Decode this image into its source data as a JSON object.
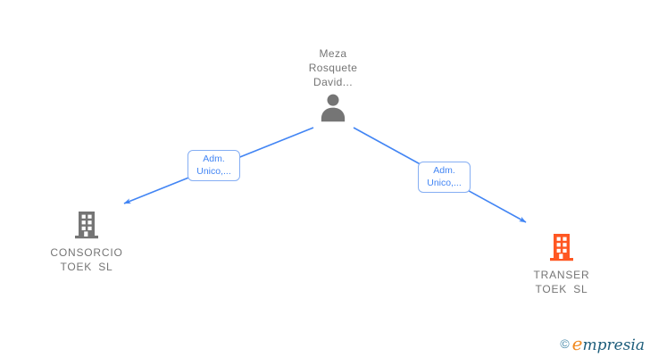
{
  "person": {
    "name_line1": "Meza",
    "name_line2": "Rosquete",
    "name_line3": "David..."
  },
  "edges": {
    "left": {
      "label_line1": "Adm.",
      "label_line2": "Unico,..."
    },
    "right": {
      "label_line1": "Adm.",
      "label_line2": "Unico,..."
    }
  },
  "companies": {
    "left": {
      "name_line1": "CONSORCIO",
      "name_line2": "TOEK SL"
    },
    "right": {
      "name_line1": "TRANSER",
      "name_line2": "TOEK SL"
    }
  },
  "footer": {
    "copyright_symbol": "©",
    "brand_e": "e",
    "brand_rest": "mpresia"
  },
  "colors": {
    "edge_line": "#4285f4",
    "edge_label_text": "#4285f4",
    "edge_label_border": "#85aef3",
    "node_text": "#757575",
    "person_icon": "#757575",
    "building_left": "#757575",
    "building_right": "#ff5722",
    "brand_e": "#f18a21",
    "brand_rest": "#1d5d7b",
    "copyright": "#4a8bab"
  }
}
